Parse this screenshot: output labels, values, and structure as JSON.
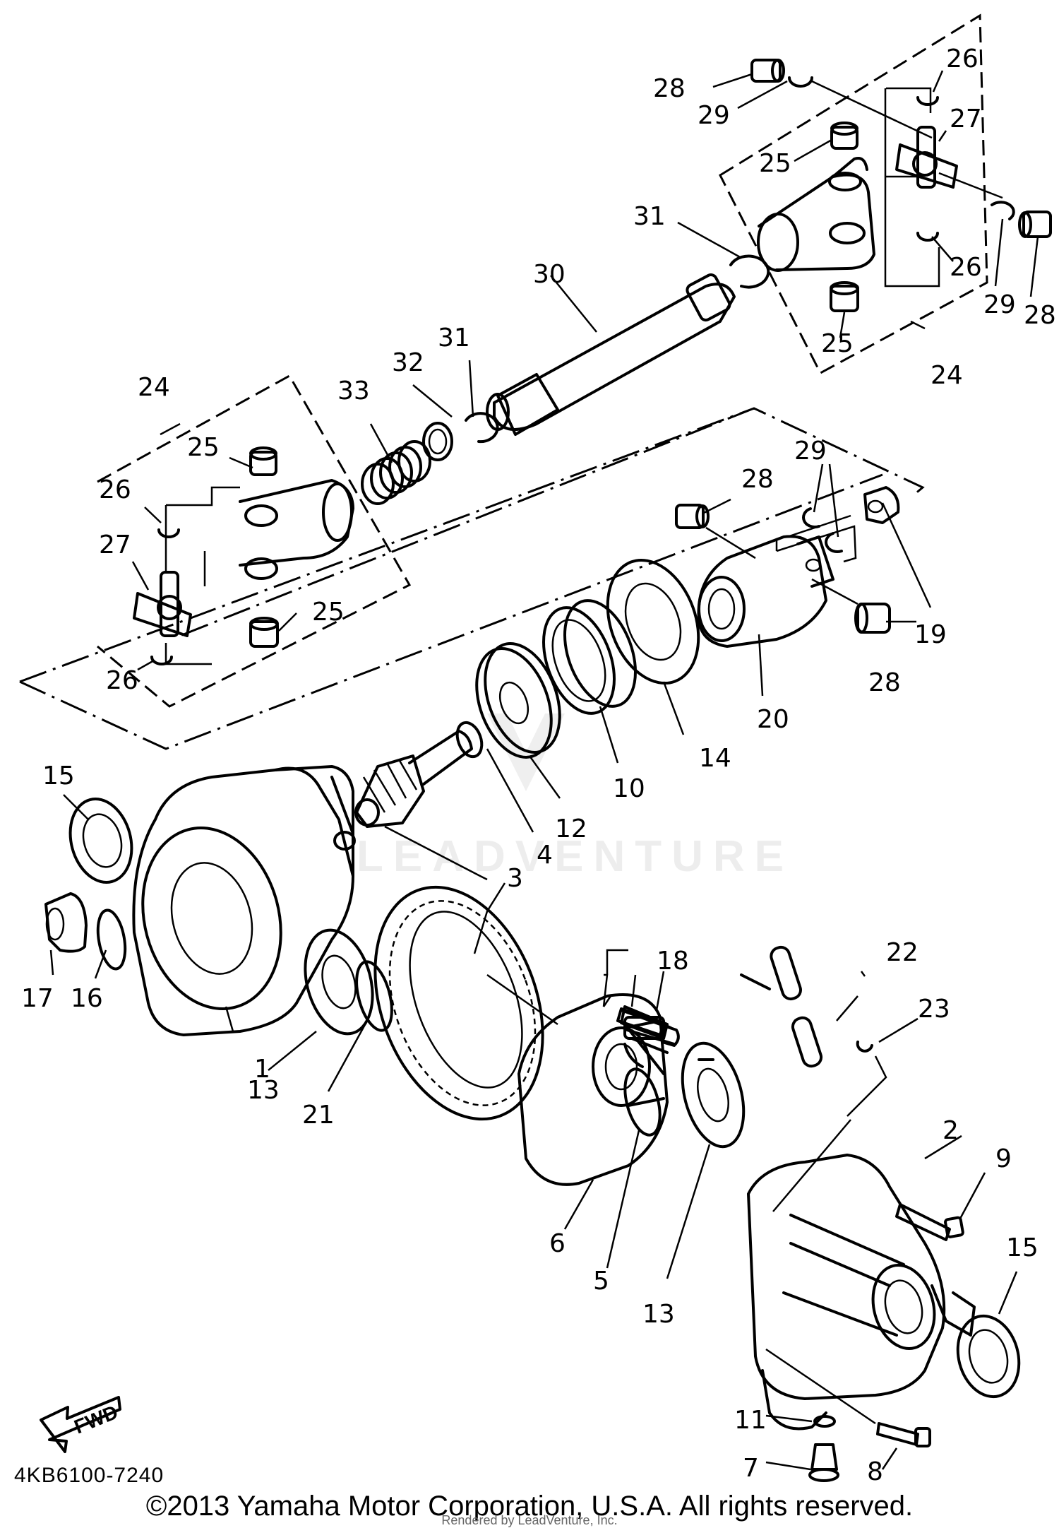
{
  "labels": {
    "l1": "1",
    "l2": "2",
    "l3": "3",
    "l4": "4",
    "l5": "5",
    "l6": "6",
    "l7": "7",
    "l8": "8",
    "l9": "9",
    "l10": "10",
    "l11": "11",
    "l12": "12",
    "l13a": "13",
    "l13b": "13",
    "l14": "14",
    "l15a": "15",
    "l15b": "15",
    "l16": "16",
    "l17": "17",
    "l18": "18",
    "l19": "19",
    "l20": "20",
    "l21": "21",
    "l22": "22",
    "l23": "23",
    "l24a": "24",
    "l24b": "24",
    "l25a": "25",
    "l25b": "25",
    "l25c": "25",
    "l25d": "25",
    "l26a": "26",
    "l26b": "26",
    "l26c": "26",
    "l26d": "26",
    "l27a": "27",
    "l27b": "27",
    "l28a": "28",
    "l28b": "28",
    "l28c": "28",
    "l28d": "28",
    "l29a": "29",
    "l29b": "29",
    "l29c": "29",
    "l30": "30",
    "l31a": "31",
    "l31b": "31",
    "l32": "32",
    "l33": "33"
  },
  "watermark": "LEADVENTURE",
  "fwd_badge": "FWD",
  "part_code": "4KB6100-7240",
  "copyright": "©2013 Yamaha Motor Corporation, U.S.A. All rights reserved.",
  "rendered_by": "Rendered by LeadVenture, Inc."
}
